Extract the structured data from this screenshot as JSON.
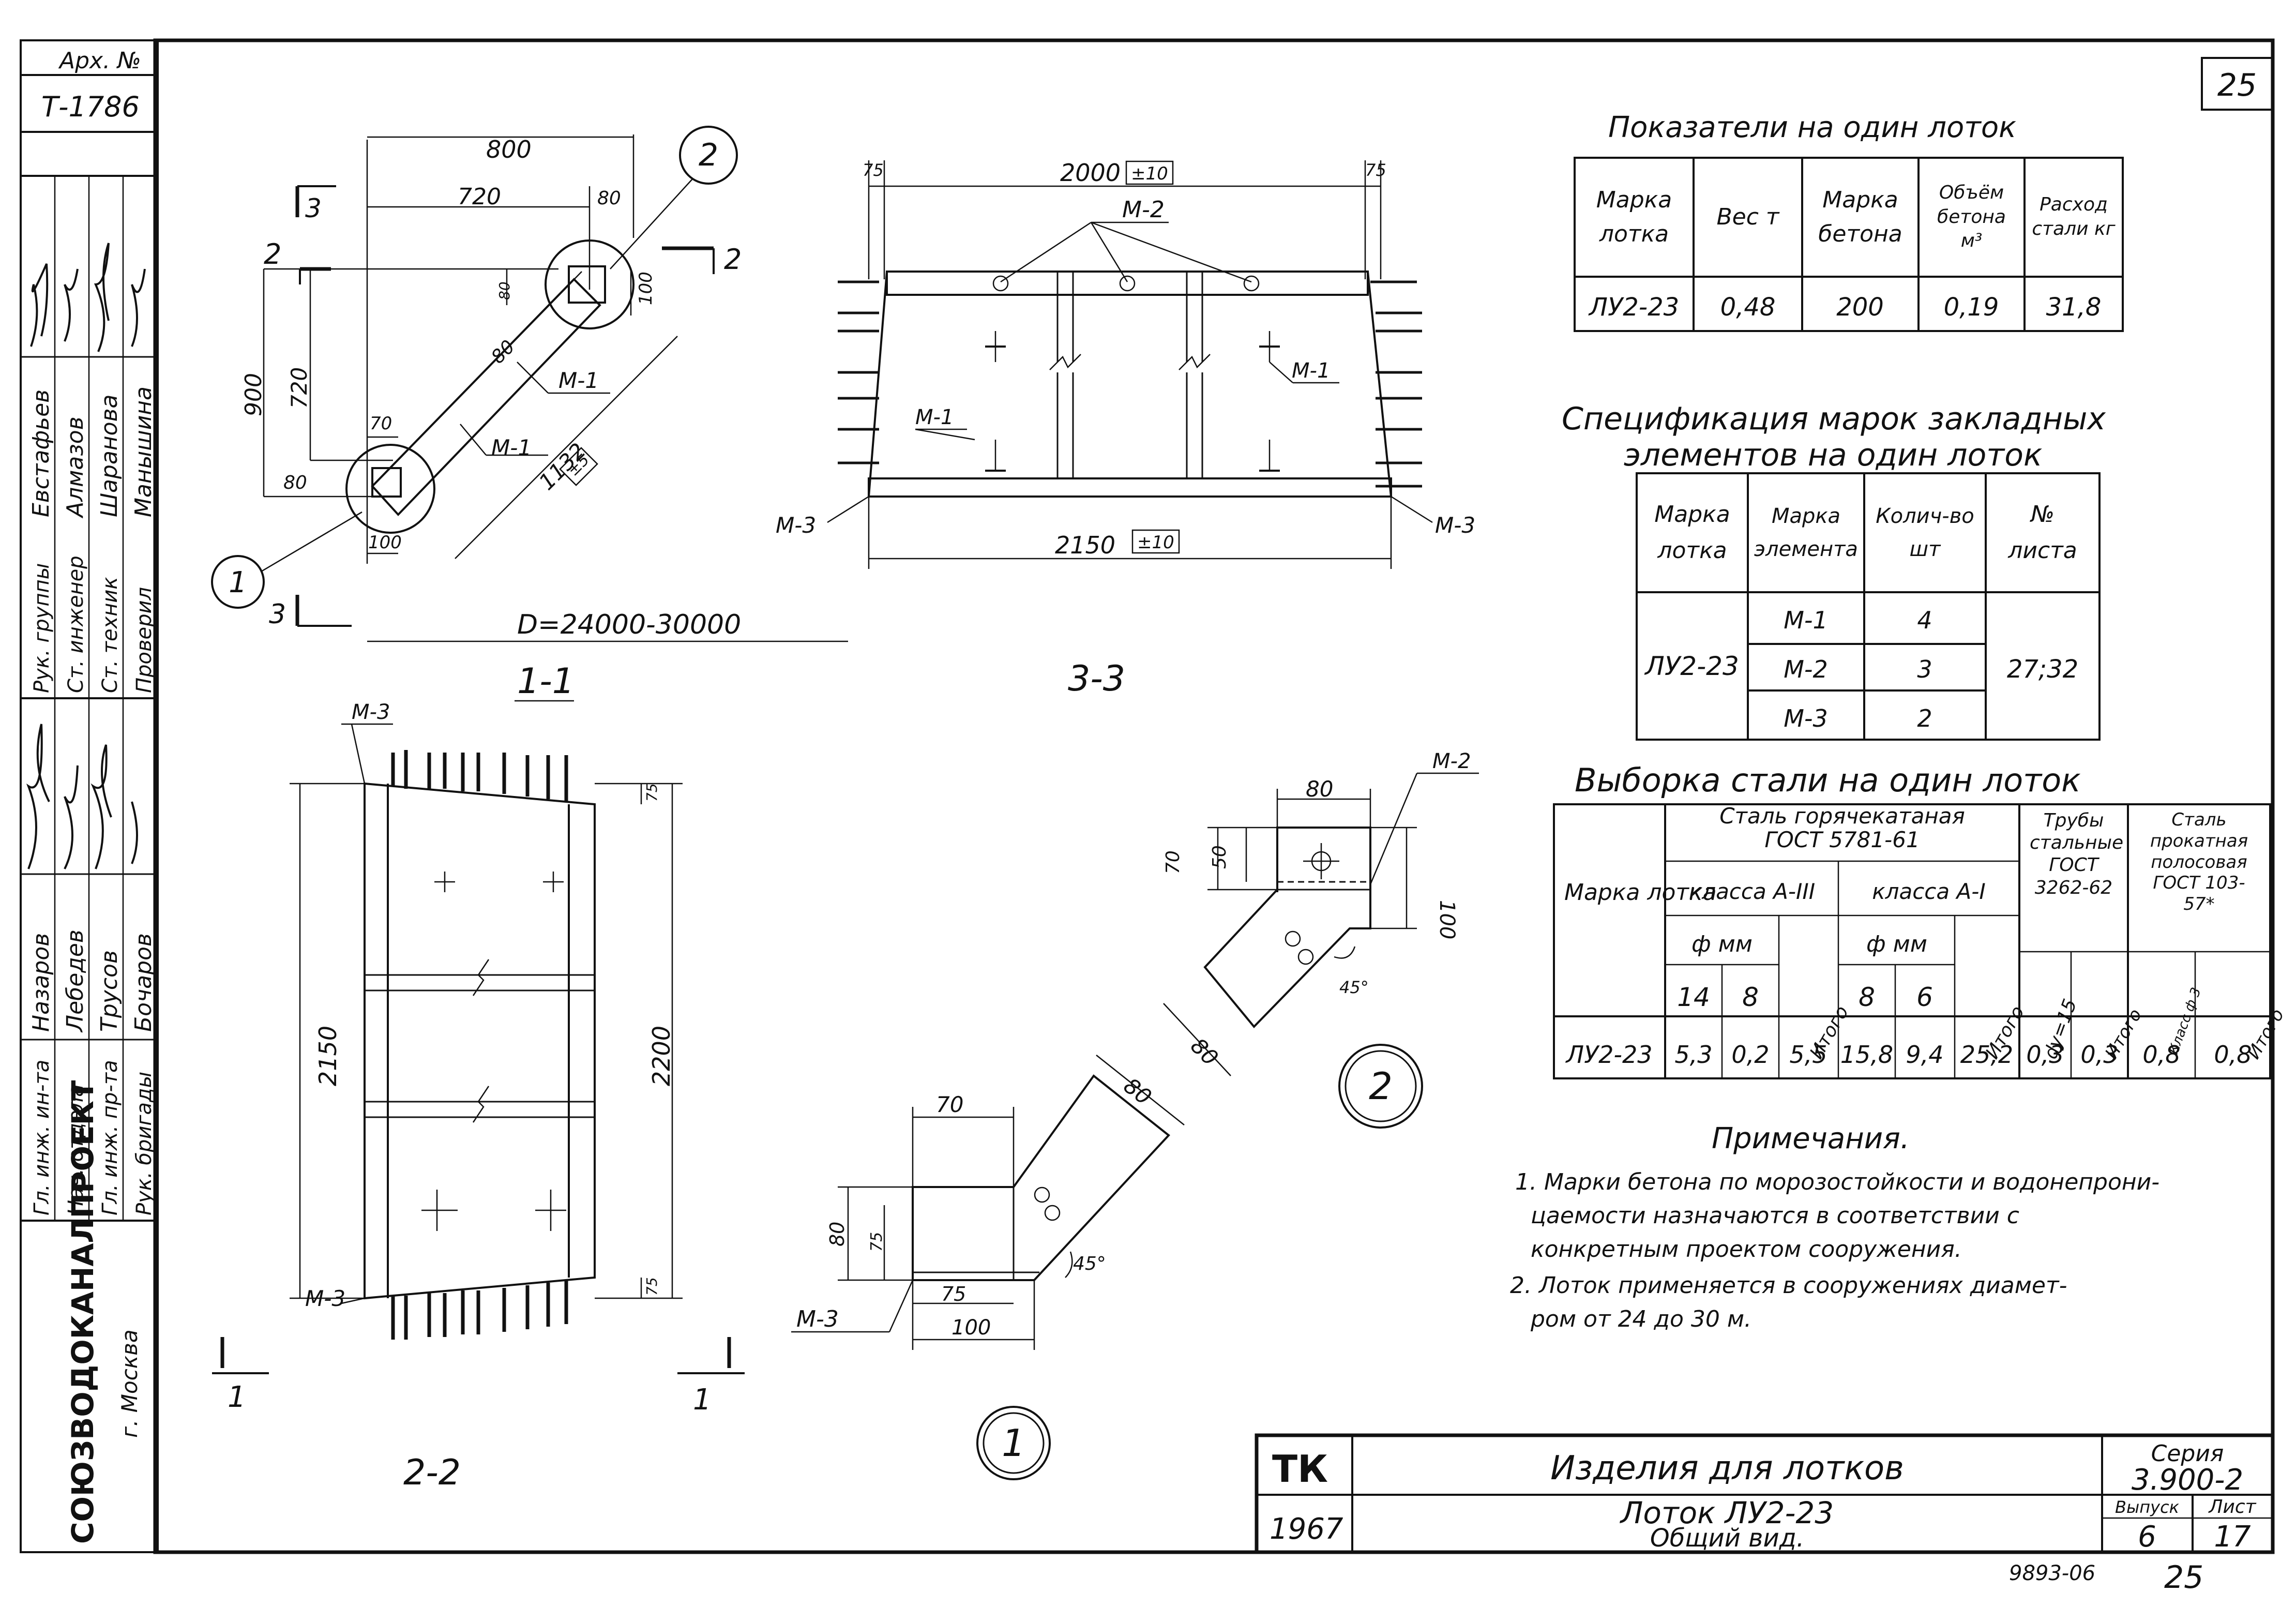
{
  "sheet": {
    "page_number": "25",
    "bottom_code": "9893-06",
    "bottom_page": "25",
    "archive_label": "Арх. №",
    "archive_number": "Т-1786",
    "org_name": "СОЮЗВОДОКАНАЛПРОЕКТ",
    "org_city": "г. Москва"
  },
  "staff": [
    {
      "role": "Гл. инж. ин-та",
      "name": "Назаров"
    },
    {
      "role": "Нач. отдела",
      "name": "Лебедев"
    },
    {
      "role": "Гл. инж. пр-та",
      "name": "Трусов"
    },
    {
      "role": "Рук. бригады",
      "name": "Бочаров"
    },
    {
      "role": "Рук. группы",
      "name": "Евстафьев"
    },
    {
      "role": "Ст. инженер",
      "name": "Алмазов"
    },
    {
      "role": "Ст. техник",
      "name": "Шаранова"
    },
    {
      "role": "Проверил",
      "name": "Манышина"
    }
  ],
  "section_1_1": {
    "label": "1-1",
    "dim_800": "800",
    "dim_720": "720",
    "dim_80_top": "80",
    "dim_900": "900",
    "dim_720_v": "720",
    "dim_80_v": "80",
    "dim_100": "100",
    "dim_70": "70",
    "dim_100_b": "100",
    "dim_80_d": "80",
    "dim_80_small": "80",
    "dim_1132": "1132",
    "tol_1132": "±5",
    "m1_a": "М-1",
    "m1_b": "М-1",
    "diameter": "D=24000-30000",
    "cut_2_l": "2",
    "cut_2_r": "2",
    "cut_3_t": "3",
    "cut_3_b": "3",
    "callout_1": "1",
    "callout_2": "2"
  },
  "section_3_3": {
    "label": "3-3",
    "dim_2000": "2000",
    "tol_2000": "±10",
    "dim_75_l": "75",
    "dim_75_r": "75",
    "dim_2150": "2150",
    "tol_2150": "±10",
    "m2": "М-2",
    "m1_r": "М-1",
    "m1_l": "М-1",
    "m3_l": "М-3",
    "m3_r": "М-3"
  },
  "section_2_2": {
    "label": "2-2",
    "m3_t": "М-3",
    "m3_b": "М-3",
    "dim_2150": "2150",
    "dim_2200": "2200",
    "dim_75_t": "75",
    "dim_75_b": "75",
    "cut_1_l": "1",
    "cut_1_r": "1"
  },
  "detail_1": {
    "callout": "1",
    "dim_70": "70",
    "dim_80_d": "80",
    "dim_80_v": "80",
    "dim_75_v": "75",
    "dim_75_h": "75",
    "dim_100": "100",
    "angle": "45°",
    "m3": "М-3"
  },
  "detail_2": {
    "callout": "2",
    "dim_80_t": "80",
    "dim_70": "70",
    "dim_50": "50",
    "dim_100": "100",
    "dim_80_d": "80",
    "angle": "45°",
    "m2": "М-2"
  },
  "table_indicators": {
    "title": "Показатели на один лоток",
    "headers": [
      "Марка лотка",
      "Вес т",
      "Марка бетона",
      "Объём бетона м³",
      "Расход стали кг"
    ],
    "row": [
      "ЛУ2-23",
      "0,48",
      "200",
      "0,19",
      "31,8"
    ]
  },
  "table_spec": {
    "title_1": "Спецификация марок закладных",
    "title_2": "элементов на один лоток",
    "headers": [
      "Марка лотка",
      "Марка элемента",
      "Колич-во шт",
      "№ листа"
    ],
    "mark": "ЛУ2-23",
    "sheets": "27;32",
    "rows": [
      [
        "М-1",
        "4"
      ],
      [
        "М-2",
        "3"
      ],
      [
        "М-3",
        "2"
      ]
    ]
  },
  "table_steel": {
    "title": "Выборка стали на один лоток",
    "h_mark": "Марка лотка",
    "h_hot": "Сталь горячекатаная ГОСТ 5781-61",
    "h_a3": "класса А-III",
    "h_a1": "класса А-I",
    "h_phi": "ф мм",
    "h_total": "Итого",
    "h_pipes": "Трубы стальные ГОСТ 3262-62",
    "h_dy": "dу=15",
    "h_strip": "Сталь прокатная полосовая ГОСТ 103-57*",
    "h_class": "Класс ф 3",
    "d14": "14",
    "d8": "8",
    "d8b": "8",
    "d6": "6",
    "row": [
      "ЛУ2-23",
      "5,3",
      "0,2",
      "5,5",
      "15,8",
      "9,4",
      "25,2",
      "0,3",
      "0,3",
      "0,8",
      "0,8"
    ]
  },
  "notes": {
    "title": "Примечания.",
    "n1_l1": "1. Марки бетона по морозостойкости и водонепрони-",
    "n1_l2": "цаемости назначаются в соответствии с",
    "n1_l3": "конкретным проектом сооружения.",
    "n2_l1": "2. Лоток применяется в сооружениях диамет-",
    "n2_l2": "ром от 24 до 30 м."
  },
  "title_block": {
    "tk": "ТК",
    "year": "1967",
    "title": "Изделия для лотков",
    "subtitle_1": "Лоток ЛУ2-23",
    "subtitle_2": "Общий вид.",
    "series_label": "Серия",
    "series_value": "3.900-2",
    "issue_label": "Выпуск",
    "issue_value": "6",
    "sheet_label": "Лист",
    "sheet_value": "17"
  }
}
